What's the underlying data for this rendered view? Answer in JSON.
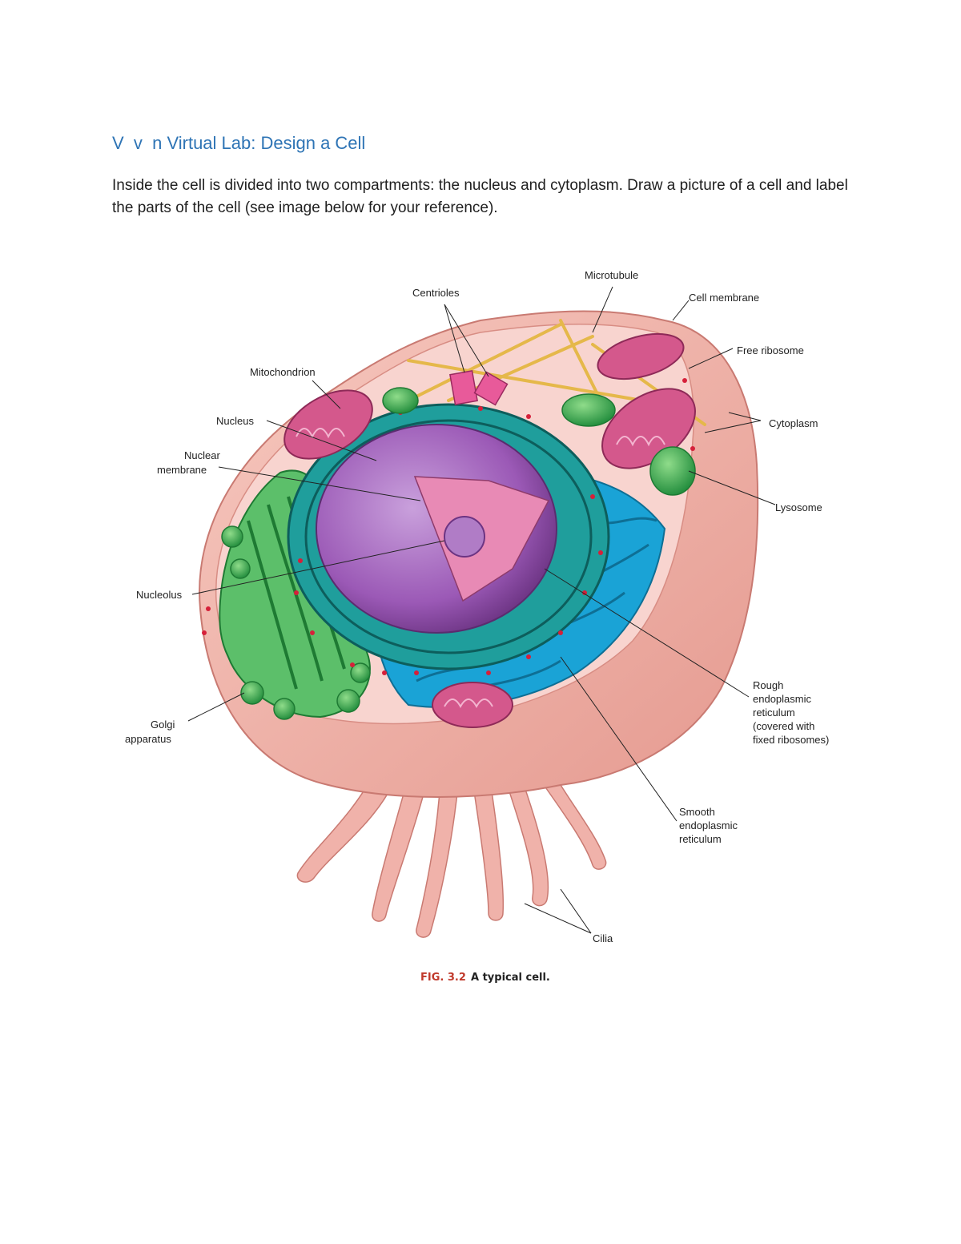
{
  "document": {
    "title": "V  v  n Virtual Lab: Design a Cell",
    "paragraph": "Inside the cell is divided into two compartments: the nucleus and cytoplasm. Draw a picture of a cell and label the parts of the cell (see image below for your reference)."
  },
  "figure": {
    "labels": {
      "microtubule": "Microtubule",
      "centrioles": "Centrioles",
      "cell_membrane": "Cell membrane",
      "free_ribosome": "Free ribosome",
      "mitochondrion": "Mitochondrion",
      "nucleus": "Nucleus",
      "cytoplasm": "Cytoplasm",
      "nuclear_membrane_1": "Nuclear",
      "nuclear_membrane_2": "membrane",
      "lysosome": "Lysosome",
      "nucleolus": "Nucleolus",
      "rough_er_1": "Rough",
      "rough_er_2": "endoplasmic",
      "rough_er_3": "reticulum",
      "rough_er_4": "(covered with",
      "rough_er_5": "fixed ribosomes)",
      "golgi_1": "Golgi",
      "golgi_2": "apparatus",
      "smooth_er_1": "Smooth",
      "smooth_er_2": "endoplasmic",
      "smooth_er_3": "reticulum",
      "cilia": "Cilia"
    },
    "caption": {
      "number": "FIG. 3.2",
      "text": "A typical cell."
    }
  },
  "colors": {
    "title_blue": "#2e74b5",
    "membrane_pink": "#f2b8b0",
    "nucleus_purple": "#9b59b6",
    "er_blue": "#1aa3d6",
    "golgi_green": "#2e9e4f",
    "mitochondria_pink": "#d4588c",
    "caption_red": "#c0392b"
  }
}
